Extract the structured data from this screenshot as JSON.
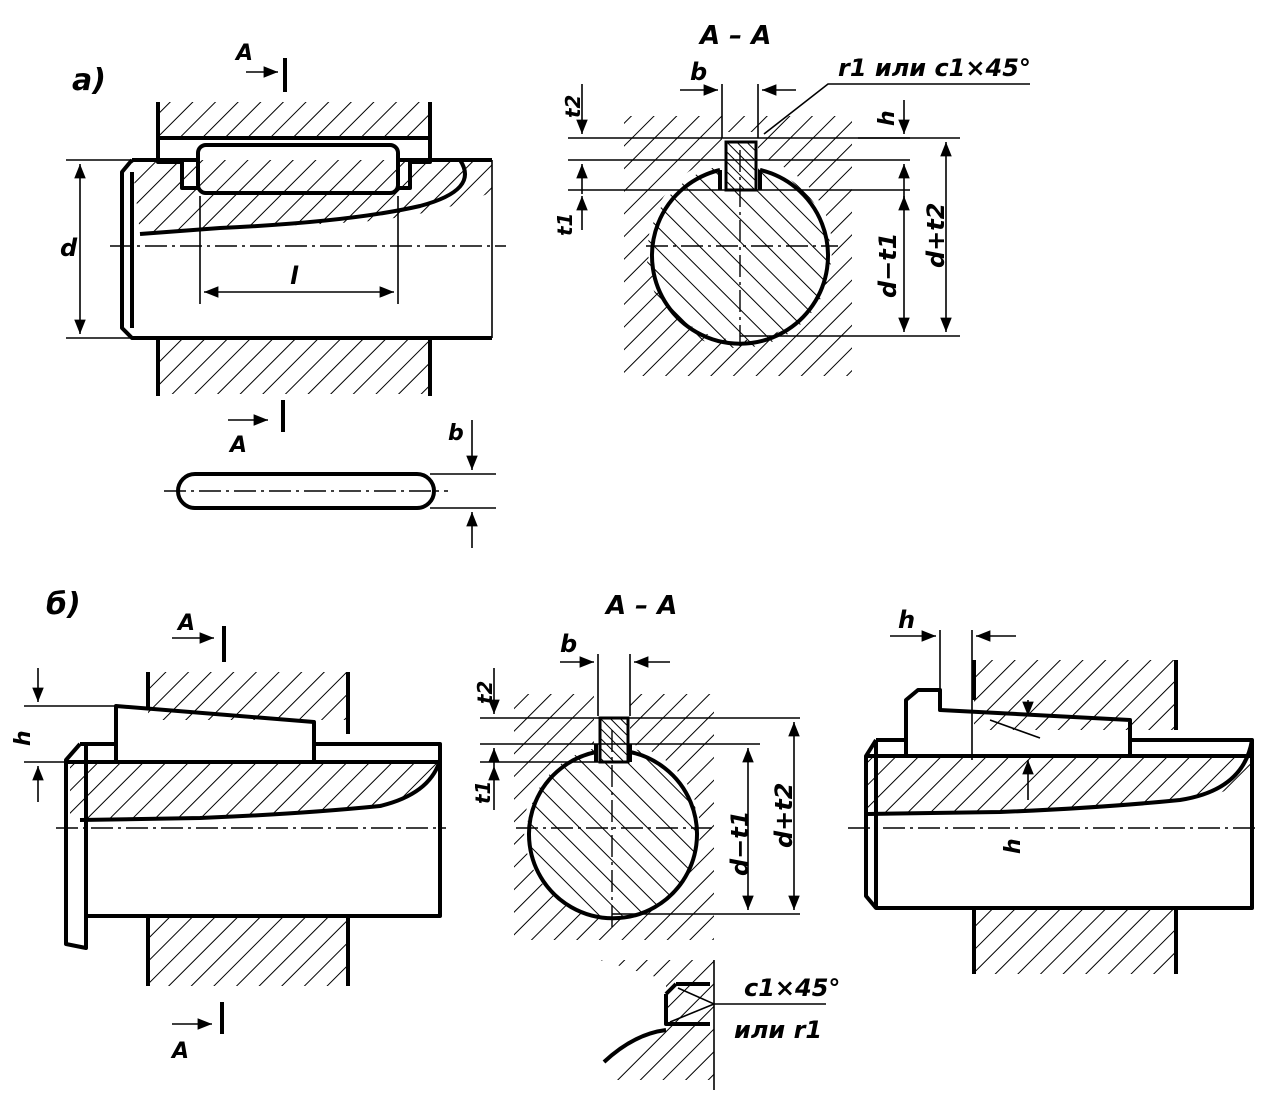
{
  "figure_a": {
    "label": "а)",
    "section_marker": "A",
    "section_title": "А – А",
    "dim_d": "d",
    "dim_l": "l",
    "dim_b": "b",
    "dim_t1": "t1",
    "dim_t2": "t2",
    "dim_h": "h",
    "dim_d_minus_t1": "d−t1",
    "dim_d_plus_t2": "d+t2",
    "callout_fillet": "r1 или c1×45°",
    "key_plan_b": "b"
  },
  "figure_b": {
    "label": "б)",
    "section_marker": "A",
    "section_title": "А – А",
    "dim_h": "h",
    "dim_b": "b",
    "dim_t1": "t1",
    "dim_t2": "t2",
    "dim_d_minus_t1": "d−t1",
    "dim_d_plus_t2": "d+t2",
    "detail_chamfer": "c1×45°",
    "detail_or_r1": "или r1",
    "third_view_h_top": "h",
    "third_view_h_vertical": "h"
  }
}
